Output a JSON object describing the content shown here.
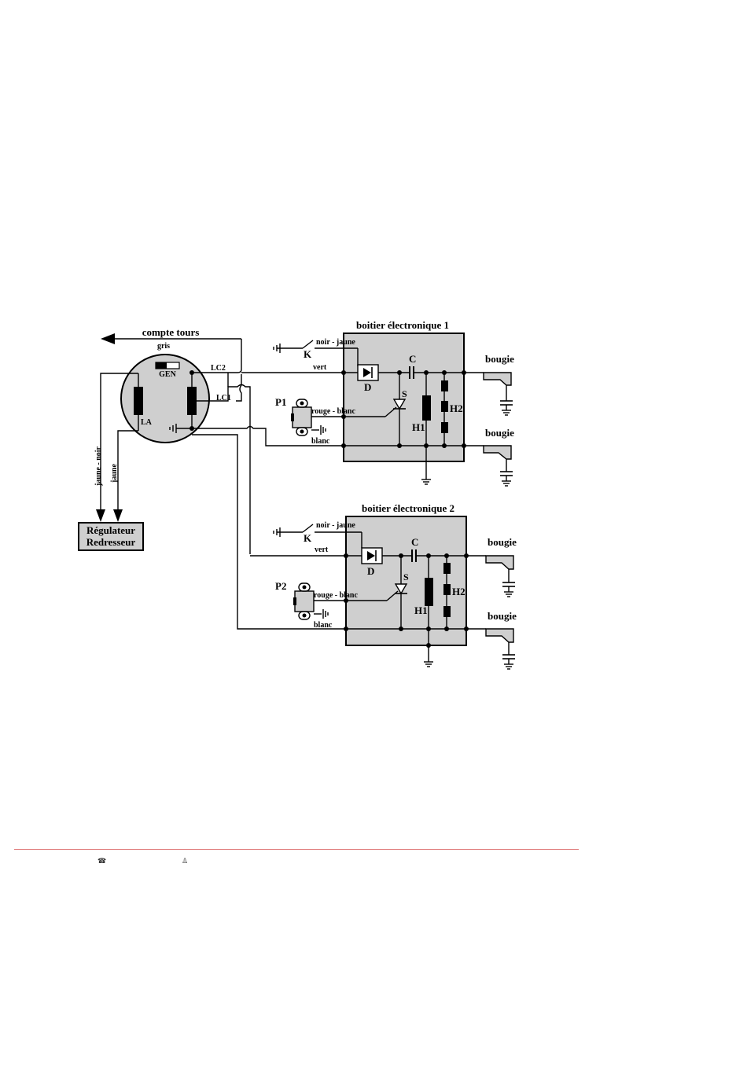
{
  "labels": {
    "compte_tours": "compte tours",
    "gris": "gris",
    "gen": "GEN",
    "lc2": "LC2",
    "lc1": "LC1",
    "la": "LA",
    "jaune_noir": "jaune - noir",
    "jaune": "jaune",
    "regulateur": "Régulateur",
    "redresseur": "Redresseur",
    "p1": "P1",
    "p2": "P2",
    "k": "K",
    "noir_jaune": "noir - jaune",
    "vert": "vert",
    "rouge_blanc": "rouge - blanc",
    "blanc": "blanc",
    "d": "D",
    "s": "S",
    "c": "C",
    "h1": "H1",
    "h2": "H2",
    "boitier_1": "boitier électronique 1",
    "boitier_2": "boitier électronique 2",
    "bougie": "bougie"
  },
  "footer": {
    "phone_icon": "☎",
    "person_icon": "♙"
  },
  "colors": {
    "box_fill": "#cfcfcf",
    "ink": "#000000",
    "footer_rule": "#e07a7a"
  }
}
